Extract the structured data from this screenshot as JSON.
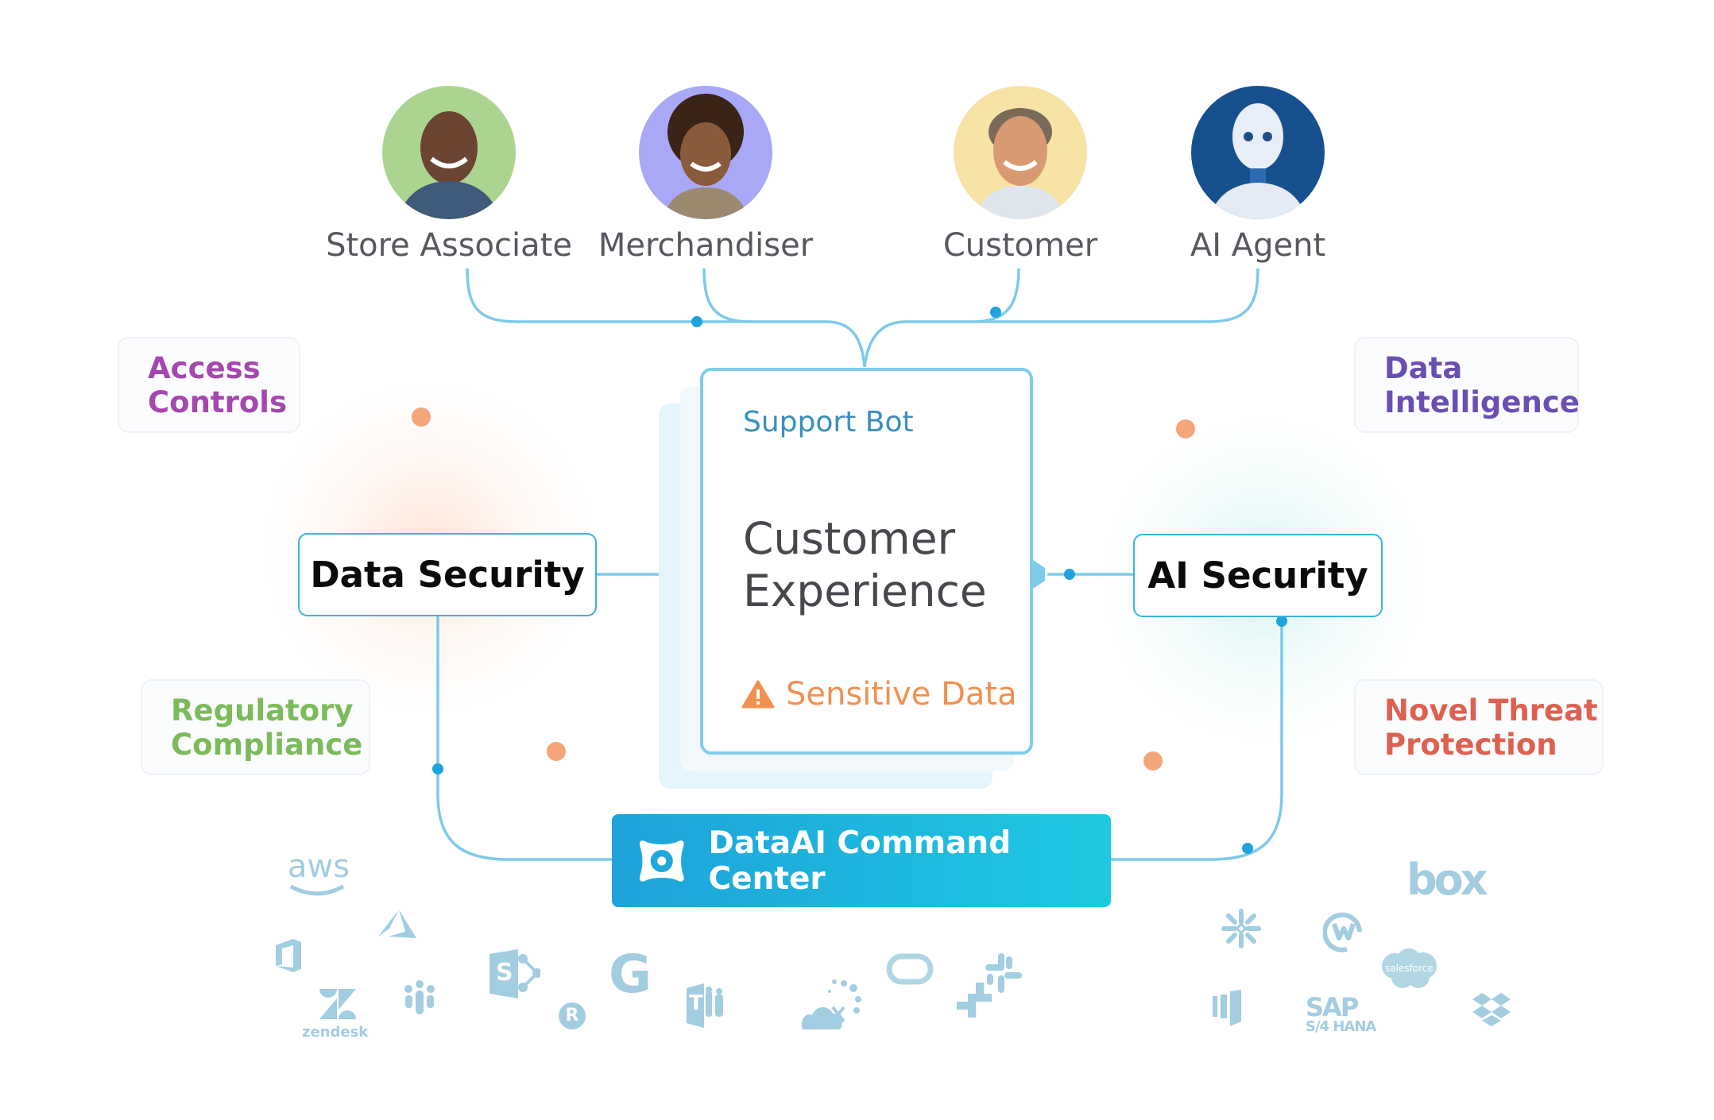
{
  "personas": [
    {
      "label": "Store Associate",
      "bg": "#acd491",
      "icon": "person-avatar-icon"
    },
    {
      "label": "Merchandiser",
      "bg": "#a9a8f6",
      "icon": "person-avatar-icon"
    },
    {
      "label": "Customer",
      "bg": "#f7e3a6",
      "icon": "person-avatar-icon"
    },
    {
      "label": "AI Agent",
      "bg": "#17508e",
      "icon": "robot-avatar-icon"
    }
  ],
  "tags": {
    "access_controls": {
      "line1": "Access",
      "line2": "Controls",
      "color": "#a447ae"
    },
    "data_intelligence": {
      "line1": "Data",
      "line2": "Intelligence",
      "color": "#6a4fb3"
    },
    "regulatory_compliance": {
      "line1": "Regulatory",
      "line2": "Compliance",
      "color": "#7cbb5b"
    },
    "novel_threat": {
      "line1": "Novel Threat",
      "line2": "Protection",
      "color": "#de6150"
    }
  },
  "pillars": {
    "data_security": "Data Security",
    "ai_security": "AI Security"
  },
  "card": {
    "subtitle": "Support Bot",
    "title_line1": "Customer",
    "title_line2": "Experience",
    "warning": "Sensitive Data",
    "warning_color": "#f2904f"
  },
  "command_center": {
    "label": "DataAI Command Center"
  },
  "integrations": {
    "aws": "aws",
    "zendesk": "zendesk",
    "salesforce": "salesforce",
    "sap": "SAP",
    "sap_sub": "S/4 HANA",
    "box": "box",
    "google": "G",
    "sharepoint": "S",
    "teams": "T",
    "r_badge": "R"
  },
  "colors": {
    "wire": "#7dcaea",
    "wire_dot": "#1ea3db",
    "accent_dot": "#f4a57a"
  }
}
